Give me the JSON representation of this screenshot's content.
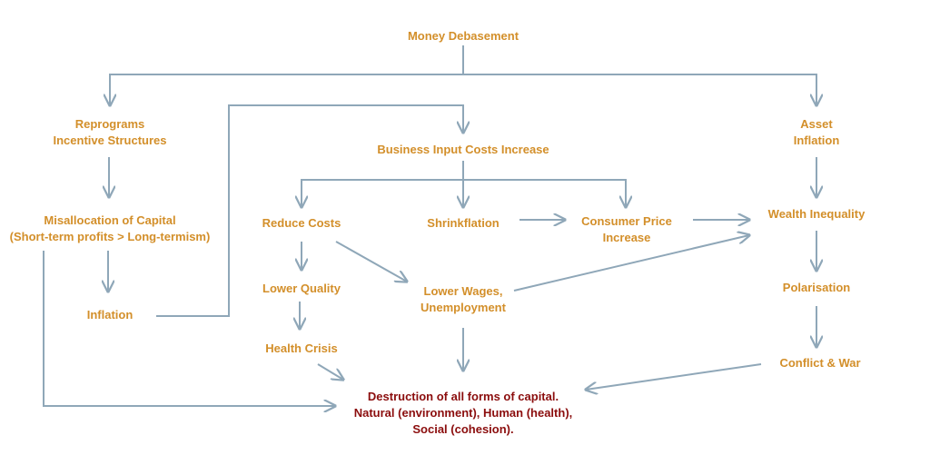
{
  "nodes": {
    "money_debasement": {
      "lines": [
        "Money Debasement"
      ]
    },
    "reprograms": {
      "lines": [
        "Reprograms",
        "Incentive Structures"
      ]
    },
    "business_input": {
      "lines": [
        "Business Input Costs Increase"
      ]
    },
    "asset_inflation": {
      "lines": [
        "Asset",
        "Inflation"
      ]
    },
    "misallocation": {
      "lines": [
        "Misallocation of Capital",
        "(Short-term profits > Long-termism)"
      ]
    },
    "reduce_costs": {
      "lines": [
        "Reduce Costs"
      ]
    },
    "shrinkflation": {
      "lines": [
        "Shrinkflation"
      ]
    },
    "consumer_price": {
      "lines": [
        "Consumer Price",
        "Increase"
      ]
    },
    "wealth_inequality": {
      "lines": [
        "Wealth Inequality"
      ]
    },
    "inflation": {
      "lines": [
        "Inflation"
      ]
    },
    "lower_quality": {
      "lines": [
        "Lower Quality"
      ]
    },
    "lower_wages": {
      "lines": [
        "Lower Wages,",
        "Unemployment"
      ]
    },
    "polarisation": {
      "lines": [
        "Polarisation"
      ]
    },
    "health_crisis": {
      "lines": [
        "Health Crisis"
      ]
    },
    "conflict_war": {
      "lines": [
        "Conflict & War"
      ]
    },
    "destruction": {
      "lines": [
        "Destruction of all forms of capital.",
        "Natural (environment), Human (health),",
        "Social (cohesion)."
      ]
    }
  },
  "colors": {
    "node_text": "#d38f2a",
    "final_text": "#8b0d0d",
    "arrow": "#8fa7b8"
  }
}
